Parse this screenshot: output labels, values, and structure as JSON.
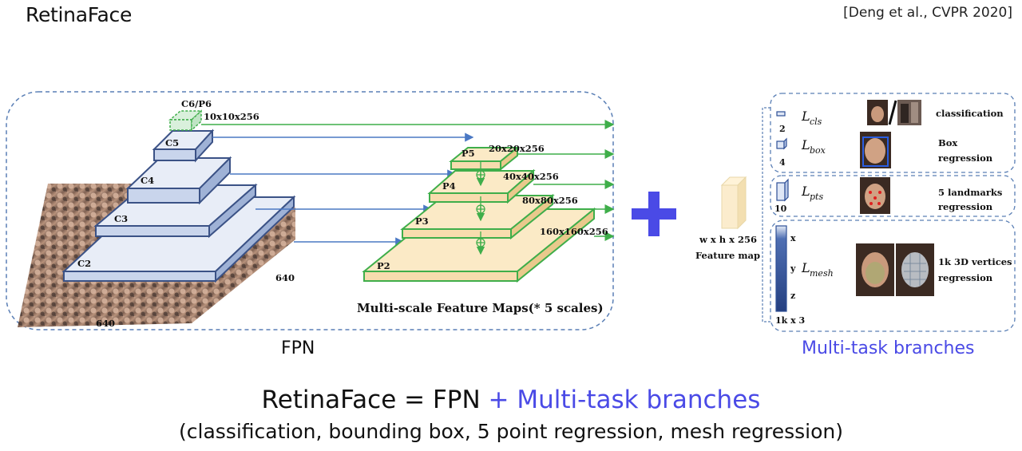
{
  "header": {
    "title": "RetinaFace",
    "citation": "[Deng et al., CVPR 2020]"
  },
  "fpn": {
    "caption": "FPN",
    "levels": [
      "C6/P6",
      "C5",
      "C4",
      "C3",
      "C2"
    ],
    "c6_dims": "10x10x256",
    "input_width": "640",
    "input_height": "640",
    "p_levels": [
      "P5",
      "P4",
      "P3",
      "P2"
    ],
    "p_dims": [
      "20x20x256",
      "40x40x256",
      "80x80x256",
      "160x160x256"
    ],
    "maps_label": "Multi-scale Feature Maps(* 5 scales)"
  },
  "feature_map": {
    "dims": "w x h x 256",
    "label": "Feature map"
  },
  "branches": {
    "caption": "Multi-task branches",
    "cls": {
      "symbol": "L",
      "sub": "cls",
      "channels": "2",
      "desc": "classification"
    },
    "box": {
      "symbol": "L",
      "sub": "box",
      "channels": "4",
      "desc1": "Box",
      "desc2": "regression"
    },
    "pts": {
      "symbol": "L",
      "sub": "pts",
      "channels": "10",
      "desc1": "5 landmarks",
      "desc2": "regression"
    },
    "mesh": {
      "symbol": "L",
      "sub": "mesh",
      "x": "x",
      "y": "y",
      "z": "z",
      "channels": "1k x 3",
      "desc1": "1k 3D vertices",
      "desc2": "regression"
    }
  },
  "equation": {
    "left": "RetinaFace = FPN",
    "right": "+ Multi-task branches",
    "subtitle": "(classification, bounding box, 5 point regression, mesh regression)"
  },
  "colors": {
    "accent": "#4a4ae6",
    "dashed_border": "#5a7fb5",
    "pyramid_edge": "#3b5286",
    "pyramid_fill": "#dde5f3",
    "feature_edge": "#3fae4a",
    "feature_fill": "#fbeac6",
    "arrow_blue": "#4a78c4",
    "arrow_green": "#3fae4a",
    "mesh_bar": "#2e4f96"
  }
}
